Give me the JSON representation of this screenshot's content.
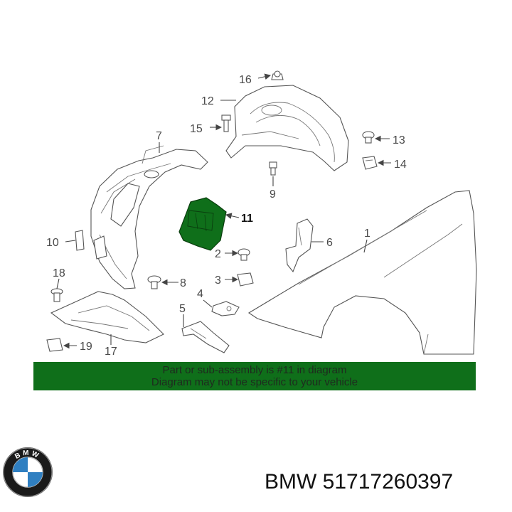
{
  "diagram": {
    "callouts": {
      "c1": "1",
      "c2": "2",
      "c3": "3",
      "c4": "4",
      "c5": "5",
      "c6": "6",
      "c7": "7",
      "c8": "8",
      "c9": "9",
      "c10": "10",
      "c11": "11",
      "c12": "12",
      "c13": "13",
      "c14": "14",
      "c15": "15",
      "c16": "16",
      "c17": "17",
      "c18": "18",
      "c19": "19"
    },
    "highlight_color": "#0f6f1a"
  },
  "banner": {
    "line1": "Part or sub-assembly is #11 in diagram",
    "line2": "Diagram may not be specific to your vehicle"
  },
  "brand": {
    "logo_letters": "BMW",
    "caption": "BMW 51717260397"
  }
}
